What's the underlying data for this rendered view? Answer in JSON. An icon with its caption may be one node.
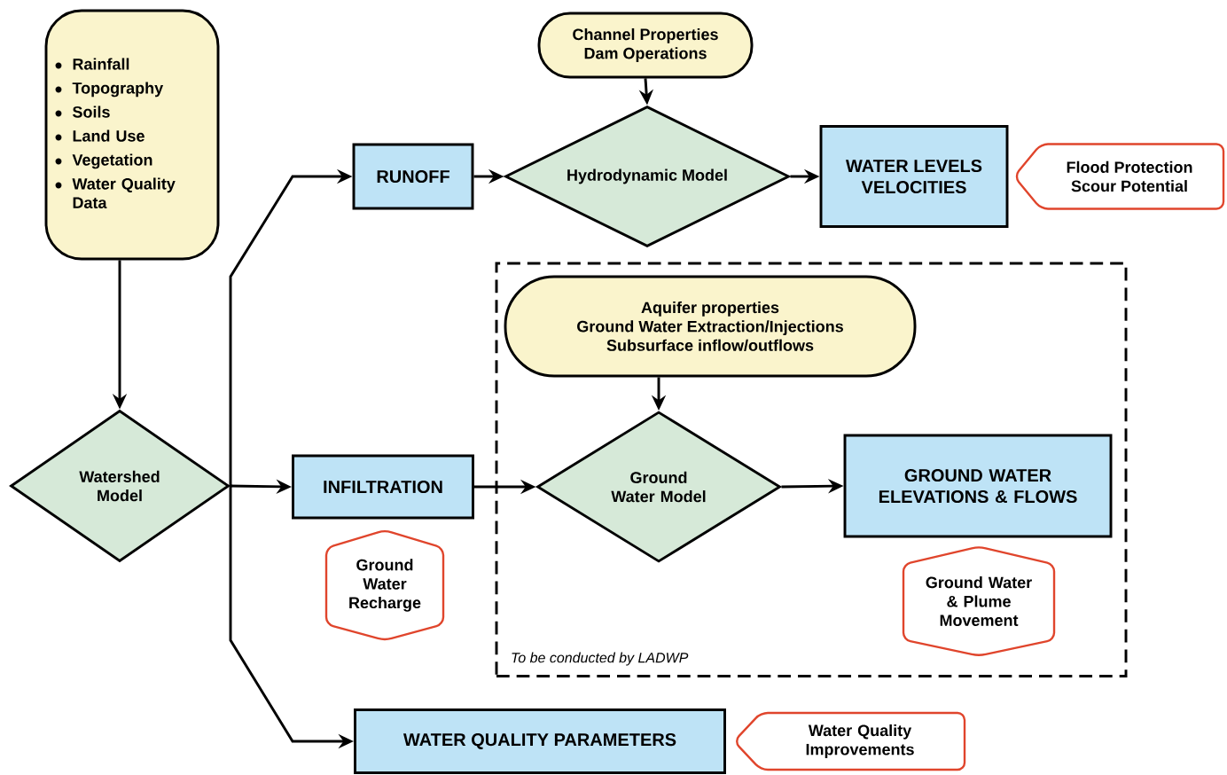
{
  "diagram": {
    "nodes": [
      {
        "text": [
          "Rainfall",
          "Topography",
          "Soils",
          "Land Use",
          "Vegetation",
          "Water Quality Data"
        ]
      },
      {
        "text": [
          "Channel Properties",
          "Dam Operations"
        ]
      },
      {
        "text": [
          "RUNOFF"
        ]
      },
      {
        "text": [
          "Hydrodynamic Model"
        ]
      },
      {
        "text": [
          "WATER LEVELS",
          "VELOCITIES"
        ]
      },
      {
        "text": [
          "Flood Protection",
          "Scour Potential"
        ]
      },
      {
        "text": [
          "To be conducted by LADWP"
        ]
      },
      {
        "text": [
          "Aquifer properties",
          "Ground Water Extraction/Injections",
          "Subsurface inflow/outflows"
        ],
        "in": 6
      },
      {
        "text": [
          "Watershed Model"
        ]
      },
      {
        "text": [
          "INFILTRATION"
        ]
      },
      {
        "text": [
          "Ground Water Model"
        ],
        "in": 6
      },
      {
        "text": [
          "GROUND WATER ELEVATIONS & FLOWS"
        ],
        "in": 6
      },
      {
        "text": [
          "Ground Water Recharge"
        ]
      },
      {
        "text": [
          "Ground Water & Plume Movement"
        ],
        "in": 6
      },
      {
        "text": [
          "WATER QUALITY PARAMETERS"
        ]
      },
      {
        "text": [
          "Water Quality Improvements"
        ]
      }
    ],
    "edges": [
      {
        "from": 0,
        "to": 8,
        "arrow": "to"
      },
      {
        "from": 8,
        "to": 2,
        "arrow": "to"
      },
      {
        "from": 8,
        "to": 9,
        "arrow": "to"
      },
      {
        "from": 8,
        "to": 14,
        "arrow": "to"
      },
      {
        "from": 1,
        "to": 3,
        "arrow": "to"
      },
      {
        "from": 2,
        "to": 3,
        "arrow": "to"
      },
      {
        "from": 3,
        "to": 4,
        "arrow": "to"
      },
      {
        "from": 7,
        "to": 10,
        "arrow": "to"
      },
      {
        "from": 9,
        "to": 10,
        "arrow": "to"
      },
      {
        "from": 10,
        "to": 11,
        "arrow": "to"
      }
    ]
  }
}
